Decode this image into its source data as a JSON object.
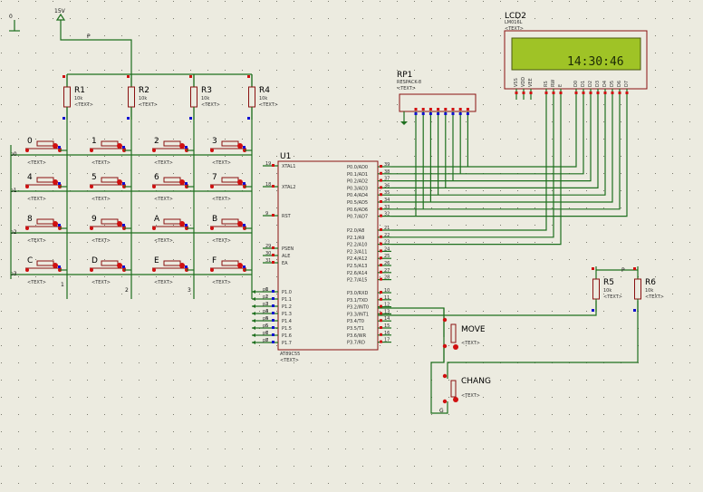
{
  "power": {
    "vcc_label": "15V",
    "gnd_label": "0",
    "net_p": "P"
  },
  "resistors": [
    {
      "ref": "R1",
      "value": "10k"
    },
    {
      "ref": "R2",
      "value": "10k"
    },
    {
      "ref": "R3",
      "value": "10k"
    },
    {
      "ref": "R4",
      "value": "10k"
    },
    {
      "ref": "R5",
      "value": "10k"
    },
    {
      "ref": "R6",
      "value": "10k"
    }
  ],
  "text_placeholder": "<TEXT>",
  "keypad": {
    "keys": [
      "0",
      "1",
      "2",
      "3",
      "4",
      "5",
      "6",
      "7",
      "8",
      "9",
      "A",
      "B",
      "C",
      "D",
      "E",
      "F"
    ],
    "row_nets": [
      "p0",
      "p1",
      "p2",
      "p3"
    ],
    "col_nets": [
      "1",
      "2",
      "3"
    ]
  },
  "rpack": {
    "ref": "RP1",
    "value": "RESPACK-8"
  },
  "lcd": {
    "ref": "LCD2",
    "value": "LM016L",
    "display": "14:30:46",
    "pins": [
      "VSS",
      "VDD",
      "VEE",
      "RS",
      "RW",
      "E",
      "D0",
      "D1",
      "D2",
      "D3",
      "D4",
      "D5",
      "D6",
      "D7"
    ]
  },
  "mcu": {
    "ref": "U1",
    "value": "AT89C55",
    "left_pins": [
      {
        "num": "19",
        "name": "XTAL1"
      },
      {
        "num": "18",
        "name": "XTAL2"
      },
      {
        "num": "9",
        "name": "RST"
      },
      {
        "num": "29",
        "name": "PSEN"
      },
      {
        "num": "30",
        "name": "ALE"
      },
      {
        "num": "31",
        "name": "EA"
      },
      {
        "num": "1",
        "name": "P1.0"
      },
      {
        "num": "2",
        "name": "P1.1"
      },
      {
        "num": "3",
        "name": "P1.2"
      },
      {
        "num": "4",
        "name": "P1.3"
      },
      {
        "num": "5",
        "name": "P1.4"
      },
      {
        "num": "6",
        "name": "P1.5"
      },
      {
        "num": "7",
        "name": "P1.6"
      },
      {
        "num": "8",
        "name": "P1.7"
      }
    ],
    "left_nets": [
      "p0",
      "p1",
      "p2",
      "p3",
      "p4",
      "p5",
      "p6",
      "p7"
    ],
    "right_pins": [
      {
        "num": "39",
        "name": "P0.0/AD0"
      },
      {
        "num": "38",
        "name": "P0.1/AD1"
      },
      {
        "num": "37",
        "name": "P0.2/AD2"
      },
      {
        "num": "36",
        "name": "P0.3/AD3"
      },
      {
        "num": "35",
        "name": "P0.4/AD4"
      },
      {
        "num": "34",
        "name": "P0.5/AD5"
      },
      {
        "num": "33",
        "name": "P0.6/AD6"
      },
      {
        "num": "32",
        "name": "P0.7/AD7"
      },
      {
        "num": "21",
        "name": "P2.0/A8"
      },
      {
        "num": "22",
        "name": "P2.1/A9"
      },
      {
        "num": "23",
        "name": "P2.2/A10"
      },
      {
        "num": "24",
        "name": "P2.3/A11"
      },
      {
        "num": "25",
        "name": "P2.4/A12"
      },
      {
        "num": "26",
        "name": "P2.5/A13"
      },
      {
        "num": "27",
        "name": "P2.6/A14"
      },
      {
        "num": "28",
        "name": "P2.7/A15"
      },
      {
        "num": "10",
        "name": "P3.0/RXD"
      },
      {
        "num": "11",
        "name": "P3.1/TXD"
      },
      {
        "num": "12",
        "name": "P3.2/INT0"
      },
      {
        "num": "13",
        "name": "P3.3/INT1"
      },
      {
        "num": "14",
        "name": "P3.4/T0"
      },
      {
        "num": "15",
        "name": "P3.5/T1"
      },
      {
        "num": "16",
        "name": "P3.6/WR"
      },
      {
        "num": "17",
        "name": "P3.7/RD"
      }
    ]
  },
  "buttons": {
    "move": "MOVE",
    "chang": "CHANG",
    "gnd_label": "G"
  }
}
